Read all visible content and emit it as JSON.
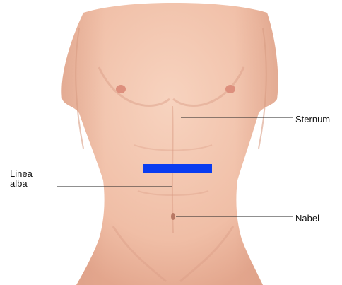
{
  "labels": {
    "sternum": "Sternum",
    "nabel": "Nabel",
    "linea_alba_line1": "Linea",
    "linea_alba_line2": "alba"
  },
  "colors": {
    "background": "#ffffff",
    "skin": "#f2c2aa",
    "skin_shadow": "#d99c84",
    "nipple": "#dd8f7d",
    "leader_line": "#222222",
    "incision_marker": "#0a3cf0"
  }
}
